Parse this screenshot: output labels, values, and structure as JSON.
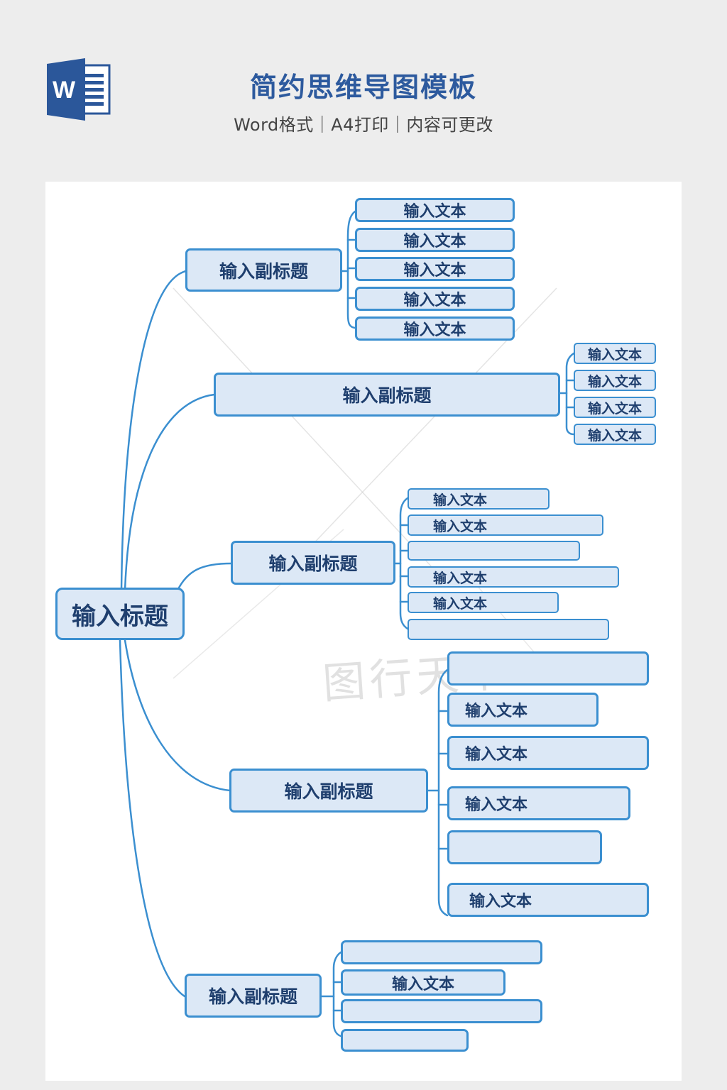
{
  "header": {
    "title": "简约思维导图模板",
    "subtitle": "Word格式｜A4打印｜内容可更改",
    "logo_letter": "W"
  },
  "watermark": "图行天下",
  "mindmap": {
    "root": "输入标题",
    "branches": [
      {
        "label": "输入副标题",
        "leaves": [
          "输入文本",
          "输入文本",
          "输入文本",
          "输入文本",
          "输入文本"
        ]
      },
      {
        "label": "输入副标题",
        "leaves": [
          "输入文本",
          "输入文本",
          "输入文本",
          "输入文本"
        ]
      },
      {
        "label": "输入副标题",
        "leaves": [
          "输入文本",
          "输入文本",
          "",
          "输入文本",
          "输入文本",
          ""
        ]
      },
      {
        "label": "输入副标题",
        "leaves": [
          "",
          "输入文本",
          "输入文本",
          "输入文本",
          "",
          "输入文本"
        ]
      },
      {
        "label": "输入副标题",
        "leaves": [
          "",
          "输入文本",
          "",
          ""
        ]
      }
    ]
  },
  "colors": {
    "accent": "#3b8fd0",
    "node_fill": "#dce8f6",
    "text": "#1f3f6e",
    "title": "#2d5a9e",
    "word_blue": "#2b579a"
  }
}
